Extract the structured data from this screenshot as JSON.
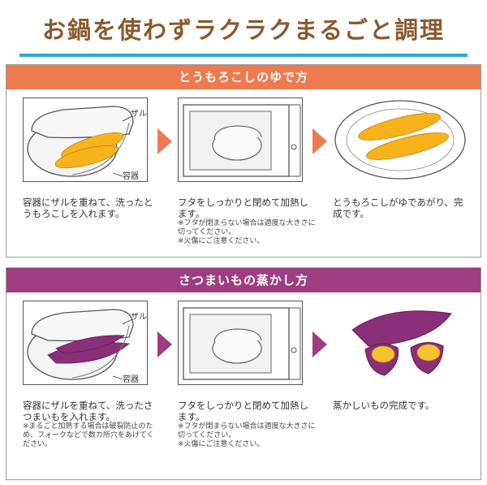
{
  "page_title": "お鍋を使わずラクラクまるごと調理",
  "colors": {
    "title": "#8a5a2e",
    "rule": "#2aa7e0",
    "corn_header": "#ed7b50",
    "potato_header": "#9e3e80"
  },
  "corn": {
    "header": "とうもろこしのゆで方",
    "label_colander": "ザル",
    "label_container": "容器",
    "step1": "容器にザルを重ねて、洗ったとうもろこしを入れます。",
    "step2": "フタをしっかりと閉めて加熱します。",
    "step2_note1": "※フタが閉まらない場合は適度な大きさに切ってください。",
    "step2_note2": "※火傷にご注意ください。",
    "step3": "とうもろこしがゆであがり、完成です。"
  },
  "potato": {
    "header": "さつまいもの蒸かし方",
    "label_colander": "ザル",
    "label_container": "容器",
    "step1": "容器にザルを重ねて、洗ったさつまいもを入れます。",
    "step1_note": "※まるごと加熱する場合は破裂防止のため、フォークなどで数カ所穴をあけてください。",
    "step2": "フタをしっかりと閉めて加熱します。",
    "step2_note1": "※フタが閉まらない場合は適度な大きさに切ってください。",
    "step2_note2": "※火傷にご注意ください。",
    "step3": "蒸かしいもの完成です。"
  }
}
